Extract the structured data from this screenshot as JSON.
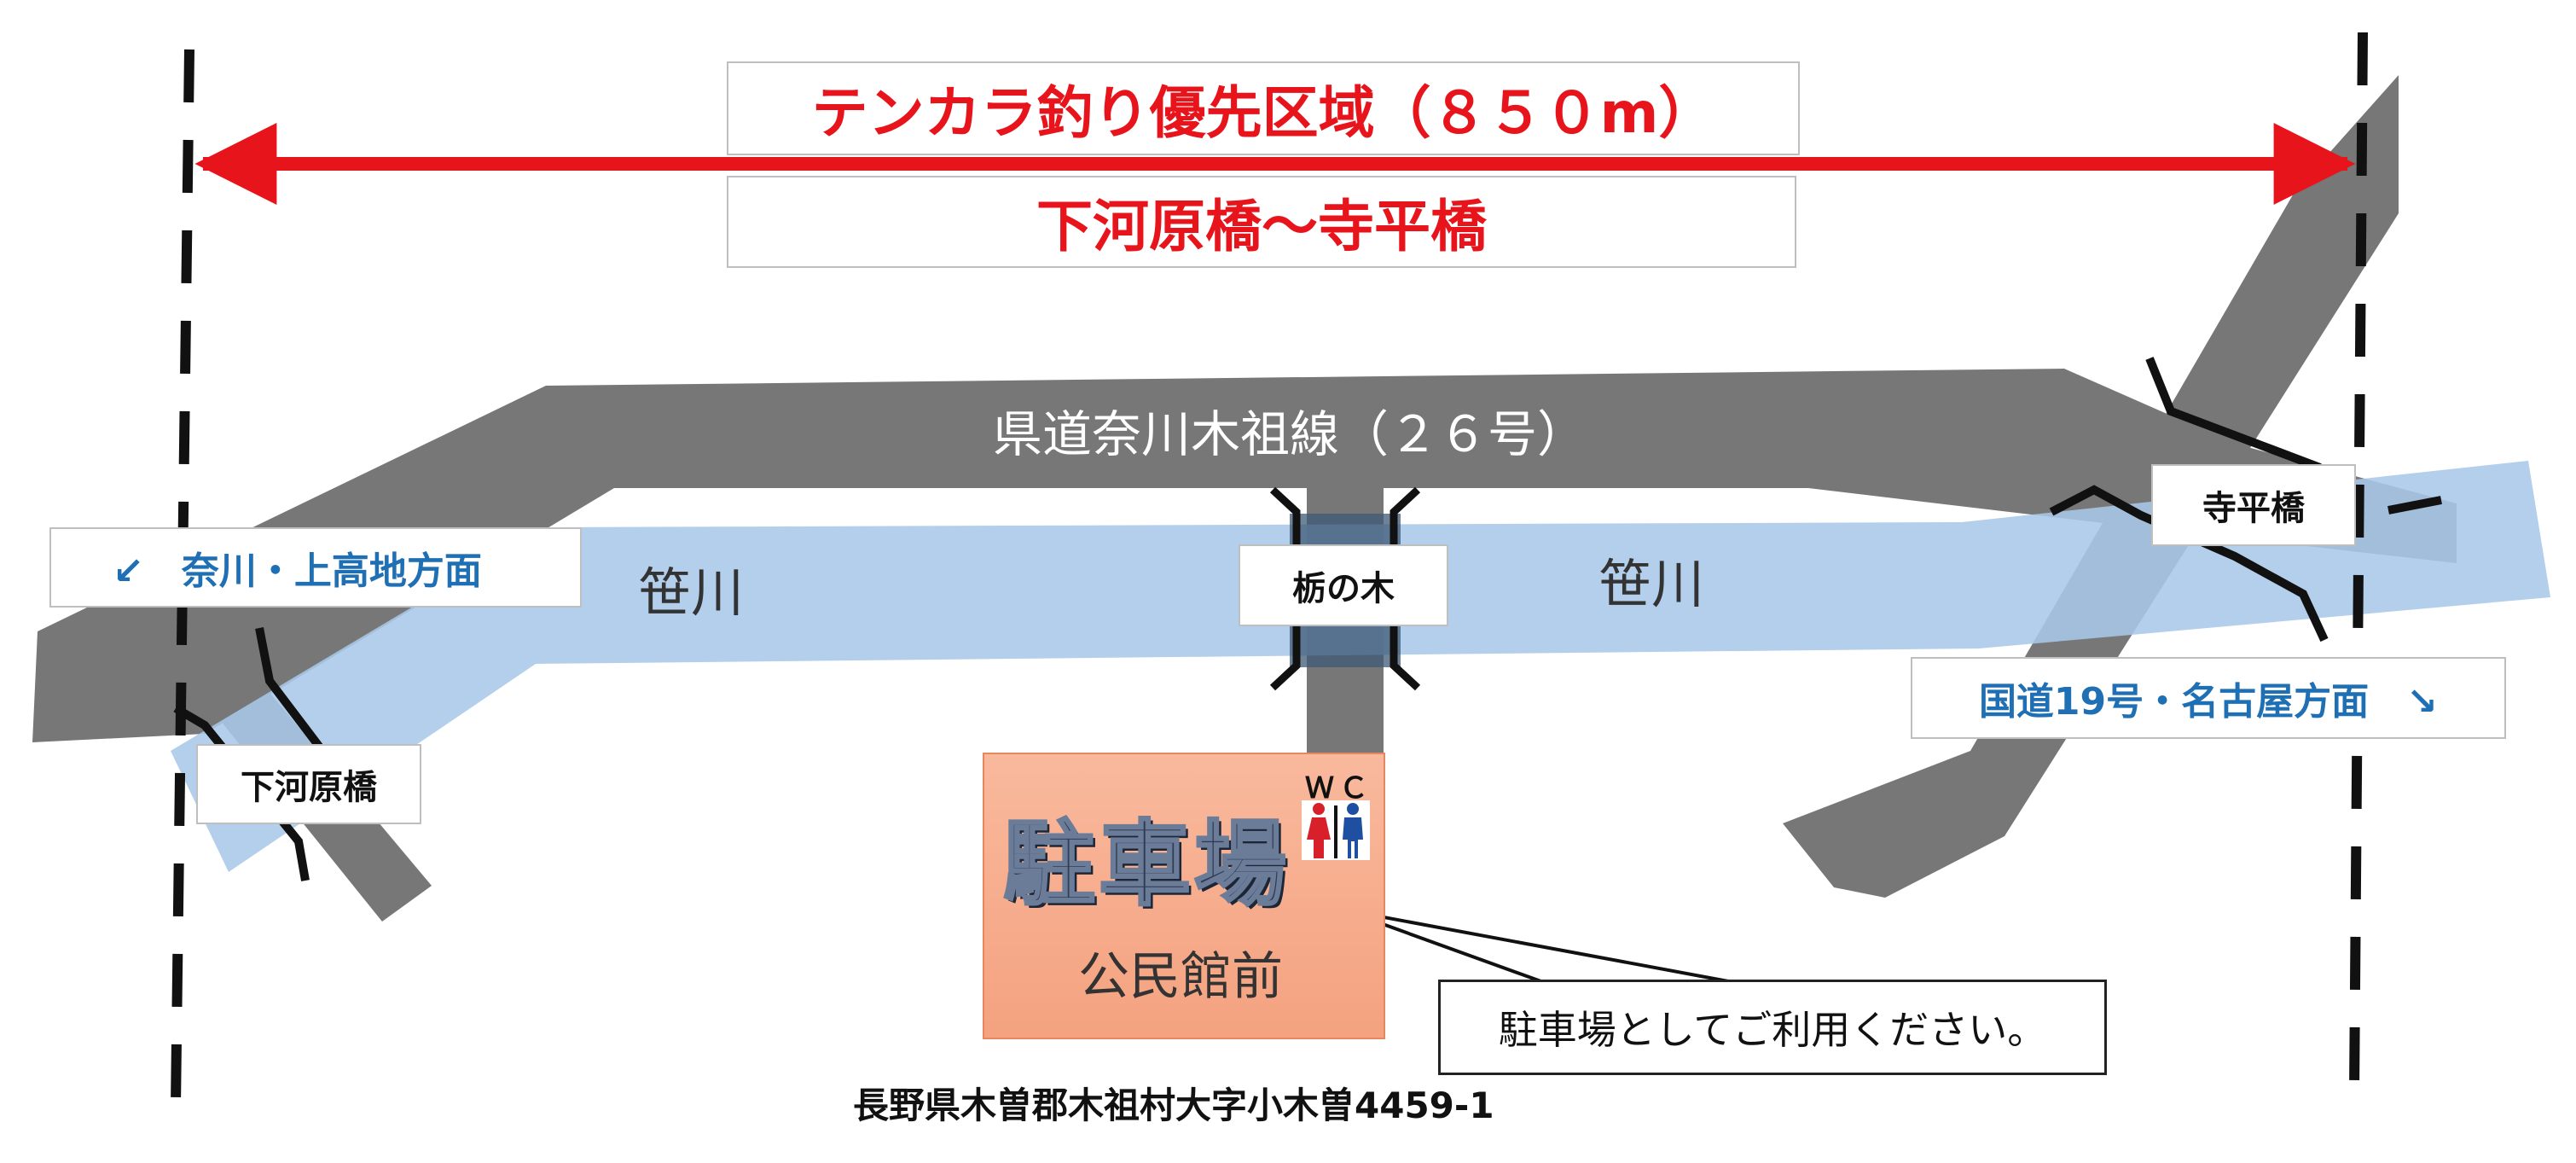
{
  "title": {
    "line1": "テンカラ釣り優先区域（８５０m）",
    "line2": "下河原橋〜寺平橋"
  },
  "road": {
    "label": "県道奈川木祖線（２６号）"
  },
  "river": {
    "label_left": "笹川",
    "label_right": "笹川"
  },
  "directions": {
    "left": "↙　奈川・上高地方面",
    "right": "国道19号・名古屋方面　↘"
  },
  "bridges": {
    "shimokawara": "下河原橋",
    "tochinoki": "栃の木",
    "teradaira": "寺平橋"
  },
  "parking": {
    "title": "駐車場",
    "wc": "ＷＣ",
    "subtitle": "公民館前",
    "callout": "駐車場としてご利用ください。"
  },
  "address": "長野県木曽郡木祖村大字小木曽4459-1",
  "colors": {
    "road": "#777777",
    "river": "#a9c8e8",
    "arrow": "#e8141c",
    "direction_text": "#1f6fb5",
    "parking": "#f4a27f"
  }
}
